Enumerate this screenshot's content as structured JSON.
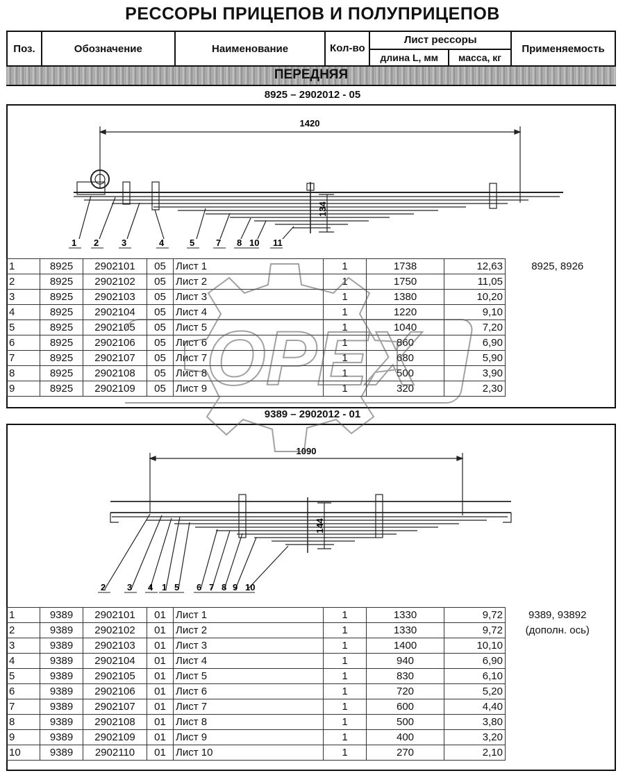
{
  "page": {
    "title": "РЕССОРЫ ПРИЦЕПОВ И ПОЛУПРИЦЕПОВ"
  },
  "header": {
    "pos": "Поз.",
    "designation": "Обозначение",
    "name": "Наименование",
    "qty": "Кол-во",
    "sheet": "Лист рессоры",
    "length": "длина L, мм",
    "mass": "масса, кг",
    "applicability": "Применяемость"
  },
  "band": {
    "label": "ПЕРЕДНЯЯ"
  },
  "watermark": {
    "text": "OPEX"
  },
  "section1": {
    "code": "8925 – 2902012 - 05",
    "dimension_length": "1420",
    "dimension_height": "134",
    "callouts": [
      "1",
      "2",
      "3",
      "4",
      "5",
      "7",
      "8",
      "10",
      "11"
    ],
    "applicability": "8925, 8926",
    "rows": [
      {
        "pos": "1",
        "a": "8925",
        "b": "2902101",
        "c": "05",
        "name": "Лист 1",
        "qty": "1",
        "len": "1738",
        "mass": "12,63"
      },
      {
        "pos": "2",
        "a": "8925",
        "b": "2902102",
        "c": "05",
        "name": "Лист 2",
        "qty": "1",
        "len": "1750",
        "mass": "11,05"
      },
      {
        "pos": "3",
        "a": "8925",
        "b": "2902103",
        "c": "05",
        "name": "Лист 3",
        "qty": "1",
        "len": "1380",
        "mass": "10,20"
      },
      {
        "pos": "4",
        "a": "8925",
        "b": "2902104",
        "c": "05",
        "name": "Лист 4",
        "qty": "1",
        "len": "1220",
        "mass": "9,10"
      },
      {
        "pos": "5",
        "a": "8925",
        "b": "2902105",
        "c": "05",
        "name": "Лист 5",
        "qty": "1",
        "len": "1040",
        "mass": "7,20"
      },
      {
        "pos": "6",
        "a": "8925",
        "b": "2902106",
        "c": "05",
        "name": "Лист 6",
        "qty": "1",
        "len": "860",
        "mass": "6,90"
      },
      {
        "pos": "7",
        "a": "8925",
        "b": "2902107",
        "c": "05",
        "name": "Лист 7",
        "qty": "1",
        "len": "680",
        "mass": "5,90"
      },
      {
        "pos": "8",
        "a": "8925",
        "b": "2902108",
        "c": "05",
        "name": "Лист 8",
        "qty": "1",
        "len": "500",
        "mass": "3,90"
      },
      {
        "pos": "9",
        "a": "8925",
        "b": "2902109",
        "c": "05",
        "name": "Лист 9",
        "qty": "1",
        "len": "320",
        "mass": "2,30"
      }
    ]
  },
  "section2": {
    "code": "9389 – 2902012 - 01",
    "dimension_length": "1090",
    "dimension_height": "144",
    "callouts": [
      "2",
      "3",
      "4",
      "1",
      "5",
      "6",
      "7",
      "8",
      "9",
      "10"
    ],
    "applicability_line1": "9389, 93892",
    "applicability_line2": "(дополн. ось)",
    "rows": [
      {
        "pos": "1",
        "a": "9389",
        "b": "2902101",
        "c": "01",
        "name": "Лист 1",
        "qty": "1",
        "len": "1330",
        "mass": "9,72"
      },
      {
        "pos": "2",
        "a": "9389",
        "b": "2902102",
        "c": "01",
        "name": "Лист 2",
        "qty": "1",
        "len": "1330",
        "mass": "9,72"
      },
      {
        "pos": "3",
        "a": "9389",
        "b": "2902103",
        "c": "01",
        "name": "Лист 3",
        "qty": "1",
        "len": "1400",
        "mass": "10,10"
      },
      {
        "pos": "4",
        "a": "9389",
        "b": "2902104",
        "c": "01",
        "name": "Лист 4",
        "qty": "1",
        "len": "940",
        "mass": "6,90"
      },
      {
        "pos": "5",
        "a": "9389",
        "b": "2902105",
        "c": "01",
        "name": "Лист 5",
        "qty": "1",
        "len": "830",
        "mass": "6,10"
      },
      {
        "pos": "6",
        "a": "9389",
        "b": "2902106",
        "c": "01",
        "name": "Лист 6",
        "qty": "1",
        "len": "720",
        "mass": "5,20"
      },
      {
        "pos": "7",
        "a": "9389",
        "b": "2902107",
        "c": "01",
        "name": "Лист 7",
        "qty": "1",
        "len": "600",
        "mass": "4,40"
      },
      {
        "pos": "8",
        "a": "9389",
        "b": "2902108",
        "c": "01",
        "name": "Лист 8",
        "qty": "1",
        "len": "500",
        "mass": "3,80"
      },
      {
        "pos": "9",
        "a": "9389",
        "b": "2902109",
        "c": "01",
        "name": "Лист 9",
        "qty": "1",
        "len": "400",
        "mass": "3,20"
      },
      {
        "pos": "10",
        "a": "9389",
        "b": "2902110",
        "c": "01",
        "name": "Лист 10",
        "qty": "1",
        "len": "270",
        "mass": "2,10"
      }
    ]
  }
}
